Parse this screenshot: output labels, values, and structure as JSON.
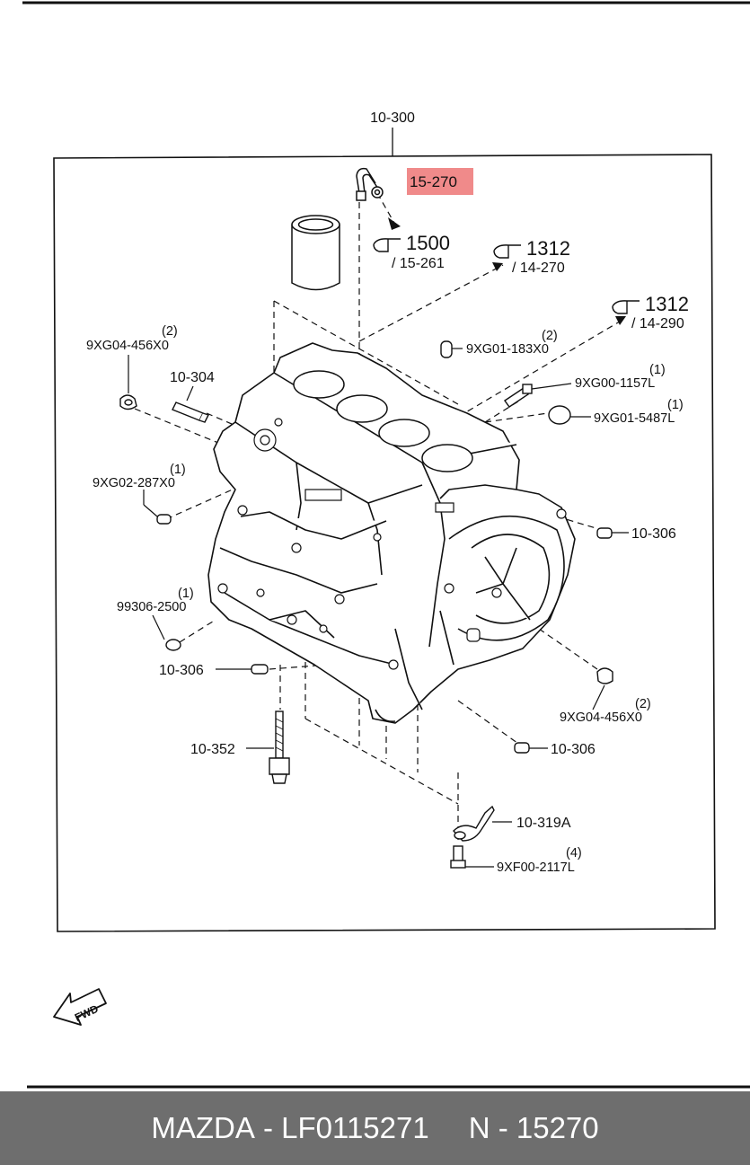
{
  "colors": {
    "highlight": "#f08a8a",
    "footer_bg": "#6e6e6e",
    "line": "#111111"
  },
  "diagram": {
    "frame_label": "10-300",
    "highlighted_part": "15-270",
    "refs": {
      "r1500": {
        "num": "1500",
        "sub": "/ 15-261"
      },
      "r1312a": {
        "num": "1312",
        "sub": "/ 14-270"
      },
      "r1312b": {
        "num": "1312",
        "sub": "/ 14-290"
      }
    },
    "parts": {
      "p_9xg04_top": {
        "code": "9XG04-456X0",
        "qty": "(2)"
      },
      "p_10_304": {
        "code": "10-304"
      },
      "p_9xg02": {
        "code": "9XG02-287X0",
        "qty": "(1)"
      },
      "p_99306": {
        "code": "99306-2500",
        "qty": "(1)"
      },
      "p_10_306_left": {
        "code": "10-306"
      },
      "p_10_352": {
        "code": "10-352"
      },
      "p_9xg01_183": {
        "code": "9XG01-183X0",
        "qty": "(2)"
      },
      "p_9xg00_1157": {
        "code": "9XG00-1157L",
        "qty": "(1)"
      },
      "p_9xg01_5487": {
        "code": "9XG01-5487L",
        "qty": "(1)"
      },
      "p_10_306_right": {
        "code": "10-306"
      },
      "p_9xg04_right": {
        "code": "9XG04-456X0",
        "qty": "(2)"
      },
      "p_10_306_bottom": {
        "code": "10-306"
      },
      "p_10_319a": {
        "code": "10-319A"
      },
      "p_9xf00": {
        "code": "9XF00-2117L",
        "qty": "(4)"
      }
    },
    "fwd_label": "FWD"
  },
  "footer": {
    "brand": "MAZDA",
    "part_number": "LF0115271",
    "ref": "N - 15270"
  }
}
